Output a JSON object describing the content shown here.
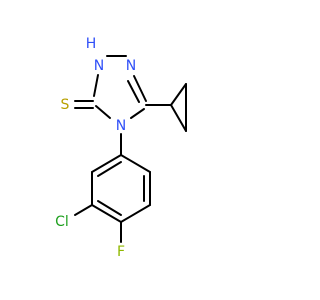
{
  "atoms": {
    "h": {
      "text": "H",
      "color": "#3050F8"
    },
    "n1": {
      "text": "N",
      "color": "#3050F8"
    },
    "n2": {
      "text": "N",
      "color": "#3050F8"
    },
    "n4": {
      "text": "N",
      "color": "#3050F8"
    },
    "s": {
      "text": "S",
      "color": "#B8A000"
    },
    "cl": {
      "text": "Cl",
      "color": "#1FA01F"
    },
    "f": {
      "text": "F",
      "color": "#8FB800"
    }
  },
  "bond_color": "#000000"
}
